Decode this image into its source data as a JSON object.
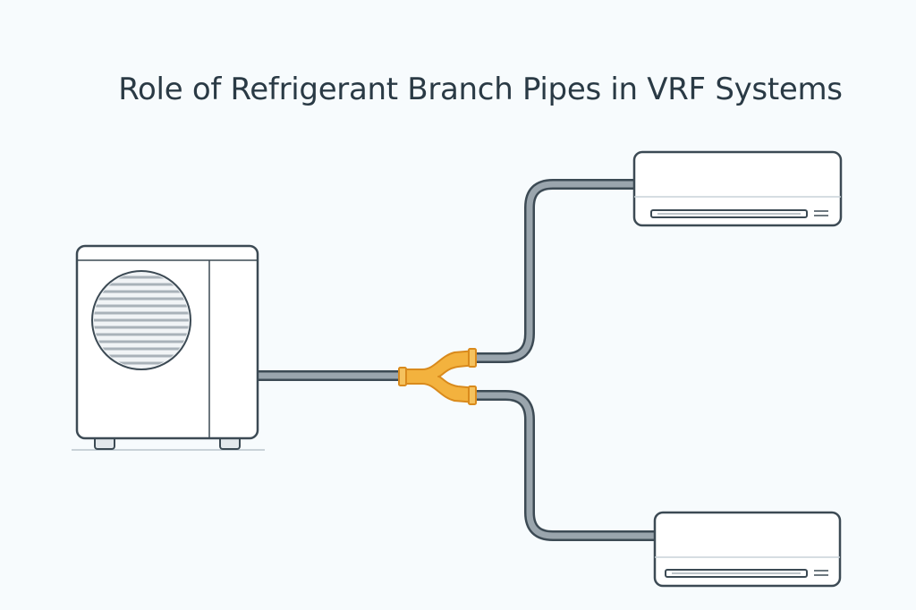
{
  "title": "Role of Refrigerant Branch Pipes in VRF Systems",
  "components": {
    "outdoor_unit": {
      "icon": "outdoor-condenser-unit"
    },
    "branch_pipe": {
      "icon": "y-branch-joint",
      "color": "#f3b23e"
    },
    "indoor_unit_upper": {
      "icon": "wall-mounted-indoor-unit"
    },
    "indoor_unit_lower": {
      "icon": "wall-mounted-indoor-unit"
    }
  },
  "colors": {
    "background": "#f7fbfd",
    "pipe": "#9aa5ad",
    "pipe_outline": "#3c4a54",
    "branch_fill": "#f3b23e",
    "branch_outline": "#d98a1c",
    "unit_fill": "#ffffff",
    "unit_outline": "#3c4a54",
    "fan_grille": "#a9b2b9"
  }
}
